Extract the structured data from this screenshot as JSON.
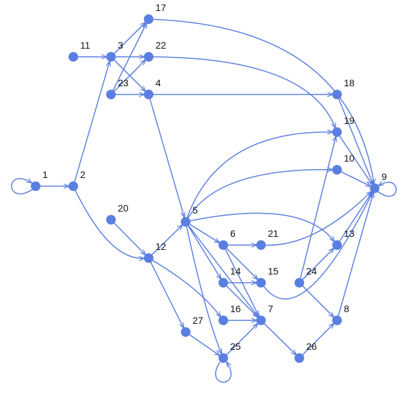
{
  "colors": {
    "edge": "#5b7fe0",
    "node": "#5b7fe0",
    "label": "#111111"
  },
  "nodes": [
    {
      "id": "1",
      "label": "1"
    },
    {
      "id": "2",
      "label": "2"
    },
    {
      "id": "3",
      "label": "3"
    },
    {
      "id": "4",
      "label": "4"
    },
    {
      "id": "5",
      "label": "5"
    },
    {
      "id": "6",
      "label": "6"
    },
    {
      "id": "7",
      "label": "7"
    },
    {
      "id": "8",
      "label": "8"
    },
    {
      "id": "9",
      "label": "9"
    },
    {
      "id": "10",
      "label": "10"
    },
    {
      "id": "11",
      "label": "11"
    },
    {
      "id": "12",
      "label": "12"
    },
    {
      "id": "13",
      "label": "13"
    },
    {
      "id": "14",
      "label": "14"
    },
    {
      "id": "15",
      "label": "15"
    },
    {
      "id": "16",
      "label": "16"
    },
    {
      "id": "17",
      "label": "17"
    },
    {
      "id": "18",
      "label": "18"
    },
    {
      "id": "19",
      "label": "19"
    },
    {
      "id": "20",
      "label": "20"
    },
    {
      "id": "21",
      "label": "21"
    },
    {
      "id": "22",
      "label": "22"
    },
    {
      "id": "23",
      "label": "23"
    },
    {
      "id": "24",
      "label": "24"
    },
    {
      "id": "25",
      "label": "25"
    },
    {
      "id": "26",
      "label": "26"
    },
    {
      "id": "27",
      "label": "27"
    }
  ],
  "edges": [
    [
      "1",
      "1"
    ],
    [
      "1",
      "2"
    ],
    [
      "2",
      "3"
    ],
    [
      "2",
      "12"
    ],
    [
      "11",
      "3"
    ],
    [
      "3",
      "17"
    ],
    [
      "3",
      "22"
    ],
    [
      "3",
      "4"
    ],
    [
      "23",
      "17"
    ],
    [
      "23",
      "22"
    ],
    [
      "23",
      "4"
    ],
    [
      "4",
      "18"
    ],
    [
      "4",
      "5"
    ],
    [
      "17",
      "9"
    ],
    [
      "22",
      "19"
    ],
    [
      "18",
      "9"
    ],
    [
      "20",
      "12"
    ],
    [
      "12",
      "5"
    ],
    [
      "12",
      "27"
    ],
    [
      "12",
      "16"
    ],
    [
      "5",
      "19"
    ],
    [
      "5",
      "10"
    ],
    [
      "5",
      "13"
    ],
    [
      "5",
      "6"
    ],
    [
      "5",
      "14"
    ],
    [
      "5",
      "7"
    ],
    [
      "5",
      "25"
    ],
    [
      "6",
      "21"
    ],
    [
      "6",
      "15"
    ],
    [
      "6",
      "7"
    ],
    [
      "21",
      "9"
    ],
    [
      "14",
      "15"
    ],
    [
      "14",
      "7"
    ],
    [
      "15",
      "9"
    ],
    [
      "16",
      "7"
    ],
    [
      "27",
      "25"
    ],
    [
      "25",
      "25"
    ],
    [
      "25",
      "7"
    ],
    [
      "7",
      "26"
    ],
    [
      "26",
      "8"
    ],
    [
      "24",
      "19"
    ],
    [
      "24",
      "13"
    ],
    [
      "24",
      "8"
    ],
    [
      "13",
      "9"
    ],
    [
      "8",
      "9"
    ],
    [
      "19",
      "9"
    ],
    [
      "10",
      "9"
    ],
    [
      "9",
      "9"
    ]
  ]
}
